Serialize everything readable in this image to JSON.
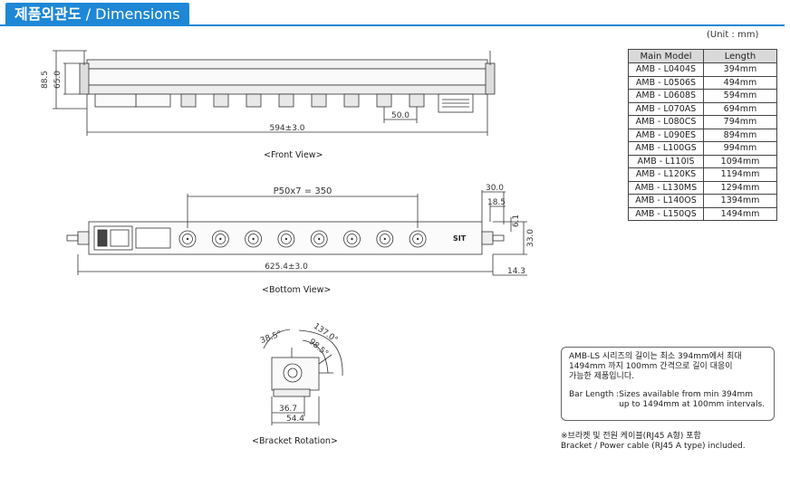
{
  "header": {
    "title_ko": "제품외관도",
    "title_sep": " / ",
    "title_en": "Dimensions"
  },
  "unit_label": "(Unit : mm)",
  "spec_table": {
    "headers": [
      "Main Model",
      "Length"
    ],
    "rows": [
      [
        "AMB - L0404S",
        "394mm"
      ],
      [
        "AMB - L0506S",
        "494mm"
      ],
      [
        "AMB - L0608S",
        "594mm"
      ],
      [
        "AMB - L070AS",
        "694mm"
      ],
      [
        "AMB - L080CS",
        "794mm"
      ],
      [
        "AMB - L090ES",
        "894mm"
      ],
      [
        "AMB - L100GS",
        "994mm"
      ],
      [
        "AMB - L110IS",
        "1094mm"
      ],
      [
        "AMB - L120KS",
        "1194mm"
      ],
      [
        "AMB - L130MS",
        "1294mm"
      ],
      [
        "AMB - L140OS",
        "1394mm"
      ],
      [
        "AMB - L150QS",
        "1494mm"
      ]
    ]
  },
  "front_view": {
    "dim_height_outer": "88.5",
    "dim_height_inner": "65.0",
    "dim_pitch": "50.0",
    "dim_length": "594±3.0",
    "caption": "<Front View>"
  },
  "bottom_view": {
    "dim_pitch": "P50x7 = 350",
    "dim_end": "30.0",
    "dim_end_small": "18.5",
    "dim_offset": "6.1",
    "dim_height": "33.0",
    "dim_length": "625.4±3.0",
    "dim_tail": "14.3",
    "brand": "SIT",
    "caption": "<Bottom View>"
  },
  "bracket": {
    "dim_a": "38.5°",
    "dim_b": "137.0°",
    "dim_c": "98.5°",
    "dim_w1": "36.7",
    "dim_w2": "54.4",
    "caption": "<Bracket Rotation>"
  },
  "note": {
    "text_ko": "AMB-LS 시리즈의 길이는 최소 394mm에서 최대\n1494mm 까지 100mm 간격으로 길이 대응이\n가능한 제품입니다.",
    "label": "Bar Length : ",
    "text_en": "Sizes available from min 394mm\n       up to 1494mm at 100mm intervals."
  },
  "footnote": {
    "line1": "※브라켓 및 전원 케이블(RJ45 A형) 포함",
    "line2": "Bracket / Power cable (RJ45 A type) included."
  }
}
